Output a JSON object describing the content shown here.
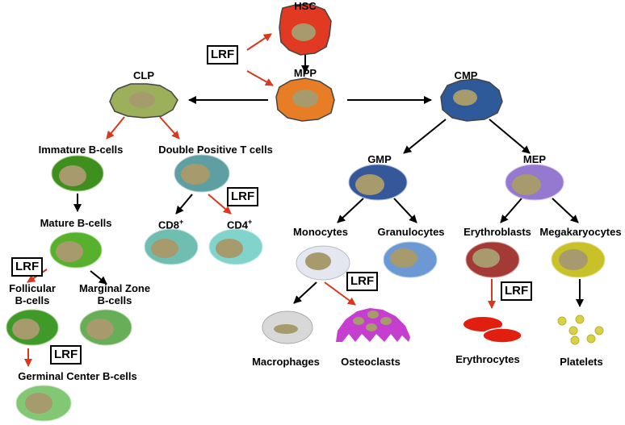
{
  "colors": {
    "red_arrow": "#d9371e",
    "black_arrow": "#000000",
    "nucleus": "#a79a6c",
    "hsc": "#e23a22",
    "mpp": "#e77d24",
    "clp": "#9cb05c",
    "cmp": "#2f5a9a",
    "gmp": "#36589a",
    "mep": "#9578cf",
    "b_dark": "#3f8f1f",
    "b_mid": "#57b12d",
    "b_light": "#68ad58",
    "gc_b": "#82c774",
    "dp_t": "#5e9fa3",
    "cd8": "#6fbeb1",
    "cd4": "#80d4cb",
    "monocyte": "#e4e7ef",
    "granulocyte": "#6c99d4",
    "erythroblast": "#a33a35",
    "megakaryocyte": "#c9c128",
    "macrophage": "#d8d8d8",
    "osteoclast": "#c63ed0",
    "erythrocyte": "#e11f10",
    "platelet": "#d8d146"
  },
  "regulator": "LRF",
  "labels": {
    "hsc": "HSC",
    "mpp": "MPP",
    "clp": "CLP",
    "cmp": "CMP",
    "immature_b": "Immature B-cells",
    "dp_t": "Double Positive T cells",
    "gmp": "GMP",
    "mep": "MEP",
    "cd8": "CD8",
    "cd4": "CD4",
    "cd_sup": "+",
    "mature_b": "Mature B-cells",
    "monocytes": "Monocytes",
    "granulocytes": "Granulocytes",
    "erythroblasts": "Erythroblasts",
    "megakaryocytes": "Megakaryocytes",
    "follicular_1": "Follicular",
    "follicular_2": "B-cells",
    "marginal_1": "Marginal Zone",
    "marginal_2": "B-cells",
    "macrophages": "Macrophages",
    "osteoclasts": "Osteoclasts",
    "erythrocytes": "Erythrocytes",
    "platelets": "Platelets",
    "germinal": "Germinal Center B-cells"
  }
}
